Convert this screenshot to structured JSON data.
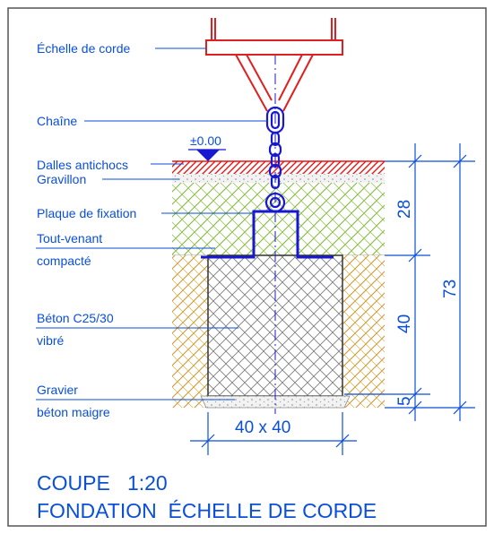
{
  "labels": {
    "echelle": "Échelle de corde",
    "chaine": "Chaîne",
    "niveau": "±0.00",
    "dalles": "Dalles antichocs",
    "gravillon": "Gravillon",
    "plaque": "Plaque de fixation",
    "toutvenant_1": "Tout-venant",
    "toutvenant_2": "compacté",
    "beton_1": "Béton C25/30",
    "beton_2": "vibré",
    "gravier_1": "Gravier",
    "gravier_2": "béton maigre"
  },
  "dimensions": {
    "d28": "28",
    "d40": "40",
    "d5": "5",
    "d73": "73",
    "section": "40 x 40"
  },
  "title": {
    "line1": "COUPE   1:20",
    "line2": "FONDATION  ÉCHELLE DE CORDE"
  },
  "colors": {
    "text": "#0a4fd8",
    "ladder": "#e02020",
    "chain": "#1818d0",
    "antichoc": "#e01818",
    "gravel_hatch": "#6a9a30",
    "soil_hatch": "#c89a30",
    "concrete_hatch": "#707070"
  }
}
